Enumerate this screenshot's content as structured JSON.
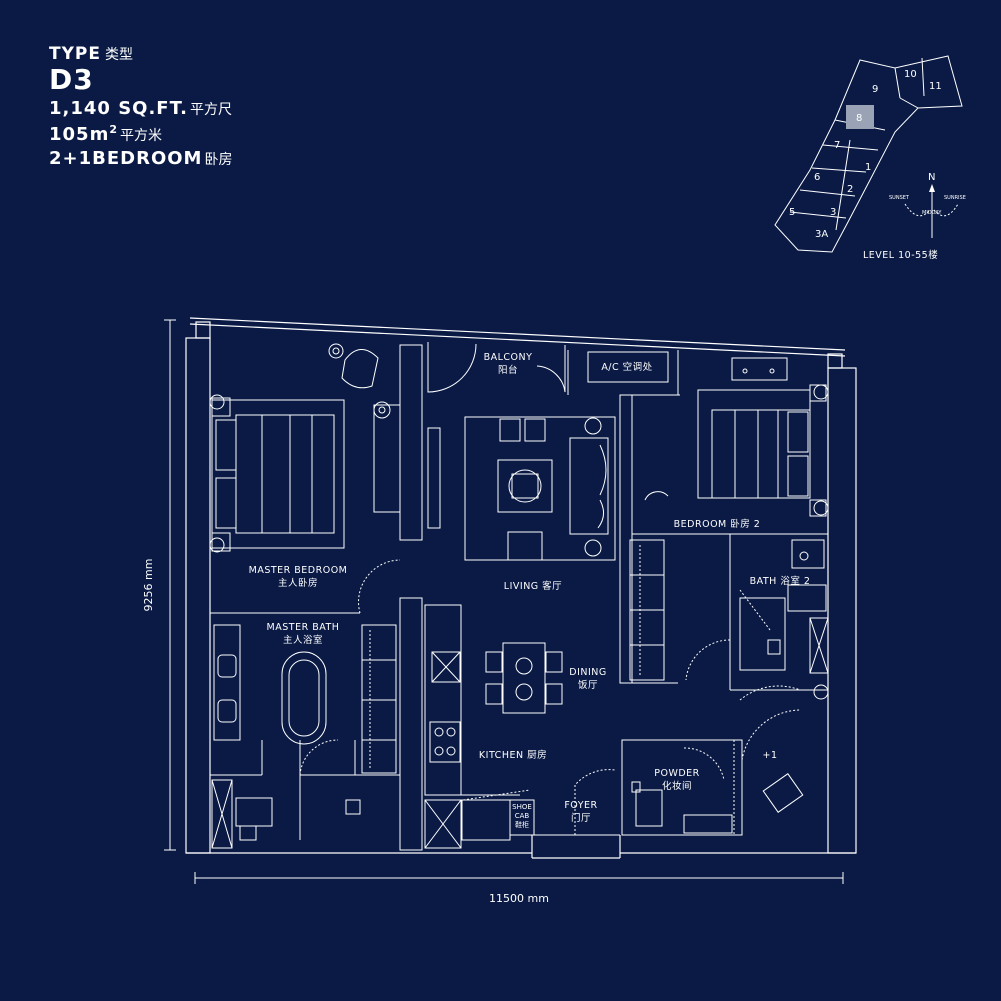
{
  "header": {
    "type_label": "TYPE",
    "type_label_cn": "类型",
    "unit_code": "D3",
    "area_sqft": "1,140 SQ.FT.",
    "area_sqft_cn": "平方尺",
    "area_m2": "105m",
    "area_m2_sup": "2",
    "area_m2_cn": "平方米",
    "bedrooms": "2+1BEDROOM",
    "bedrooms_cn": "卧房"
  },
  "key_plan": {
    "units": [
      "10",
      "11",
      "9",
      "8",
      "7",
      "1",
      "6",
      "2",
      "5",
      "3",
      "3A"
    ],
    "highlighted_unit": "8",
    "level": "LEVEL 10-55楼",
    "compass": {
      "north": "N",
      "sunset": "SUNSET",
      "sunrise": "SUNRISE",
      "midday": "MIDDAY"
    }
  },
  "rooms": {
    "balcony": "BALCONY",
    "balcony_cn": "阳台",
    "ac": "A/C 空调处",
    "master_bedroom": "MASTER BEDROOM",
    "master_bedroom_cn": "主人卧房",
    "master_bath": "MASTER BATH",
    "master_bath_cn": "主人浴室",
    "living": "LIVING 客厅",
    "bedroom2": "BEDROOM 卧房 2",
    "bath2": "BATH 浴室 2",
    "dining": "DINING",
    "dining_cn": "饭厅",
    "kitchen": "KITCHEN 厨房",
    "powder": "POWDER",
    "powder_cn": "化妆间",
    "plus_one": "+1",
    "foyer": "FOYER",
    "foyer_cn": "门厅",
    "shoe_cab_1": "SHOE",
    "shoe_cab_2": "CAB",
    "shoe_cab_cn": "鞋柜"
  },
  "dimensions": {
    "height": "9256 mm",
    "width": "11500 mm"
  },
  "colors": {
    "background": "#0a1a45",
    "line": "#ffffff",
    "highlight": "#9aa3b5"
  }
}
